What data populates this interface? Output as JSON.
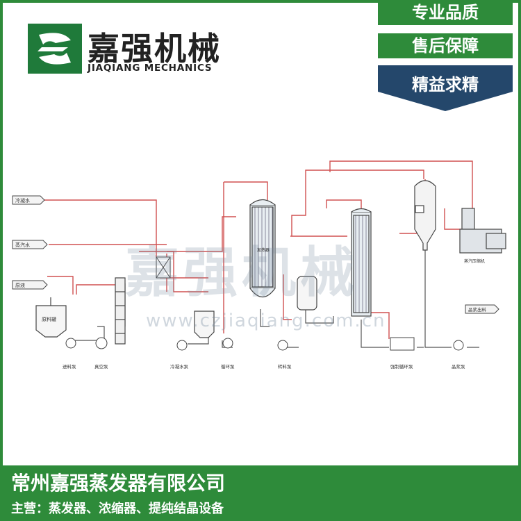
{
  "brand": {
    "name_cn": "嘉强机械",
    "name_en": "JIAQIANG MECHANICS"
  },
  "badges": [
    "专业品质",
    "售后保障",
    "精益求精"
  ],
  "watermark": {
    "text": "嘉强机械",
    "url": "www.czjiaqiang.com.cn"
  },
  "diagram": {
    "inputs": [
      "冷凝水",
      "蒸汽水",
      "原液"
    ],
    "pumps": [
      "进料泵",
      "真空泵",
      "冷凝水泵",
      "循环泵",
      "转料泵",
      "强制循环泵",
      "晶浆泵"
    ],
    "vessels": {
      "feed_tank": "原料罐",
      "evaporator": "加热器",
      "compressor": "蒸汽压缩机"
    },
    "outputs": [
      "晶浆出料"
    ]
  },
  "footer": {
    "company": "常州嘉强蒸发器有限公司",
    "business": "主营：蒸发器、浓缩器、提纯结晶设备"
  },
  "colors": {
    "brand_green": "#2e8b3a",
    "brand_dark": "#24476b",
    "pipe_red": "#d05050",
    "pipe_black": "#333333"
  }
}
